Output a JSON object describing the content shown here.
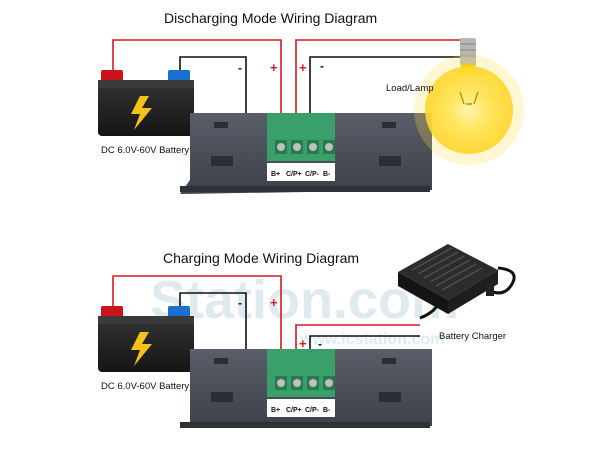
{
  "diagrams": [
    {
      "title": "Discharging Mode Wiring Diagram",
      "battery_label": "DC 6.0V-60V Battery",
      "load_label": "Load/Lamp",
      "terminals": [
        "B+",
        "C/P+",
        "C/P-",
        "B-"
      ],
      "polarity_left_minus": "-",
      "polarity_left_plus": "+",
      "polarity_right_plus": "+",
      "polarity_right_minus": "-"
    },
    {
      "title": "Charging Mode Wiring Diagram",
      "battery_label": "DC 6.0V-60V Battery",
      "charger_label": "Battery Charger",
      "terminals": [
        "B+",
        "C/P+",
        "C/P-",
        "B-"
      ],
      "polarity_left_minus": "-",
      "polarity_left_plus": "+",
      "polarity_right_plus": "+",
      "polarity_right_minus": "-"
    }
  ],
  "watermark": {
    "text": "Station.com",
    "url": "www.icstation.com"
  },
  "colors": {
    "positive_wire": "#d8191f",
    "negative_wire": "#111111",
    "battery_body": "#222222",
    "terminal_block": "#3aa06a",
    "module_body": "#4a4e58",
    "bulb_glow": "#ffd21e"
  }
}
